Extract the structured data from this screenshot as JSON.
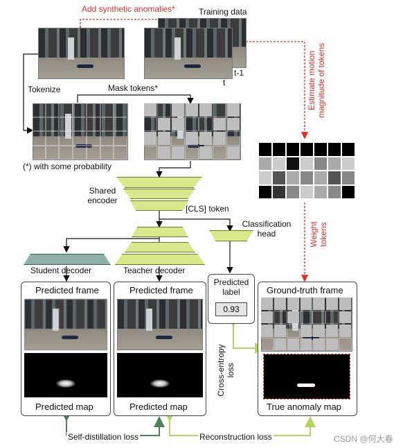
{
  "labels": {
    "add_anomalies": "Add synthetic anomalies*",
    "training_data": "Training data",
    "t_minus_1": "t-1",
    "t": "t",
    "tokenize": "Tokenize",
    "mask_tokens": "Mask tokens*",
    "footnote": "(*) with some probability",
    "estimate_motion": "Estimate motion magnitude of tokens",
    "shared_encoder": "Shared encoder",
    "cls_token": "[CLS] token",
    "classification_head": "Classification head",
    "weight_tokens": "Weight tokens",
    "student_decoder": "Student  decoder",
    "teacher_decoder": "Teacher  decoder",
    "cross_entropy_loss": "Cross-entropy loss",
    "self_distillation_loss": "Self-distillation loss",
    "reconstruction_loss": "Reconstruction loss"
  },
  "panels": {
    "student": {
      "title": "Predicted frame",
      "map_label": "Predicted map"
    },
    "teacher": {
      "title": "Predicted frame",
      "map_label": "Predicted map"
    },
    "predicted_label": {
      "title": "Predicted label",
      "value": "0.93"
    },
    "ground_truth": {
      "title": "Ground-truth frame",
      "map_label": "True anomaly map"
    }
  },
  "watermark": "CSDN @何大春",
  "colors": {
    "red_annot": "#e0302a",
    "encoder_green": "#d7e98a",
    "student_teal": "#8fb0a8",
    "dark_green_arrow": "#4f7f5b",
    "light_green_arrow": "#c5e07a"
  }
}
